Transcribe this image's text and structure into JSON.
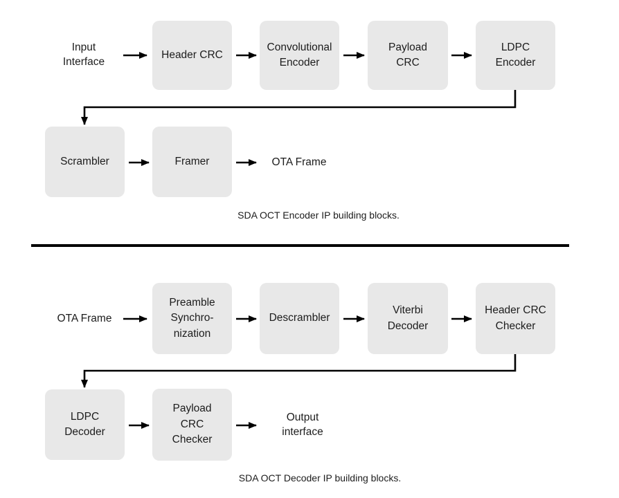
{
  "colors": {
    "background": "#ffffff",
    "box_fill": "#e8e8e8",
    "line": "#000000",
    "text": "#1c1c1c"
  },
  "encoder_diagram": {
    "caption": "SDA OCT Encoder IP building blocks.",
    "input_interface": {
      "line1": "Input",
      "line2": "Interface"
    },
    "header_crc": {
      "line1": "Header CRC"
    },
    "convolutional_encoder": {
      "line1": "Convolutional",
      "line2": "Encoder"
    },
    "payload_crc": {
      "line1": "Payload",
      "line2": "CRC"
    },
    "ldpc_encoder": {
      "line1": "LDPC",
      "line2": "Encoder"
    },
    "scrambler": {
      "line1": "Scrambler"
    },
    "framer": {
      "line1": "Framer"
    },
    "ota_frame": {
      "line1": "OTA Frame"
    }
  },
  "decoder_diagram": {
    "caption": "SDA OCT Decoder IP building blocks.",
    "ota_frame": {
      "line1": "OTA Frame"
    },
    "preamble_synchronization": {
      "line1": "Preamble",
      "line2": "Synchro-",
      "line3": "nization"
    },
    "descrambler": {
      "line1": "Descrambler"
    },
    "viterbi_decoder": {
      "line1": "Viterbi",
      "line2": "Decoder"
    },
    "header_crc_checker": {
      "line1": "Header CRC",
      "line2": "Checker"
    },
    "ldpc_decoder": {
      "line1": "LDPC",
      "line2": "Decoder"
    },
    "payload_crc_checker": {
      "line1": "Payload",
      "line2": "CRC",
      "line3": "Checker"
    },
    "output_interface": {
      "line1": "Output",
      "line2": "interface"
    }
  }
}
